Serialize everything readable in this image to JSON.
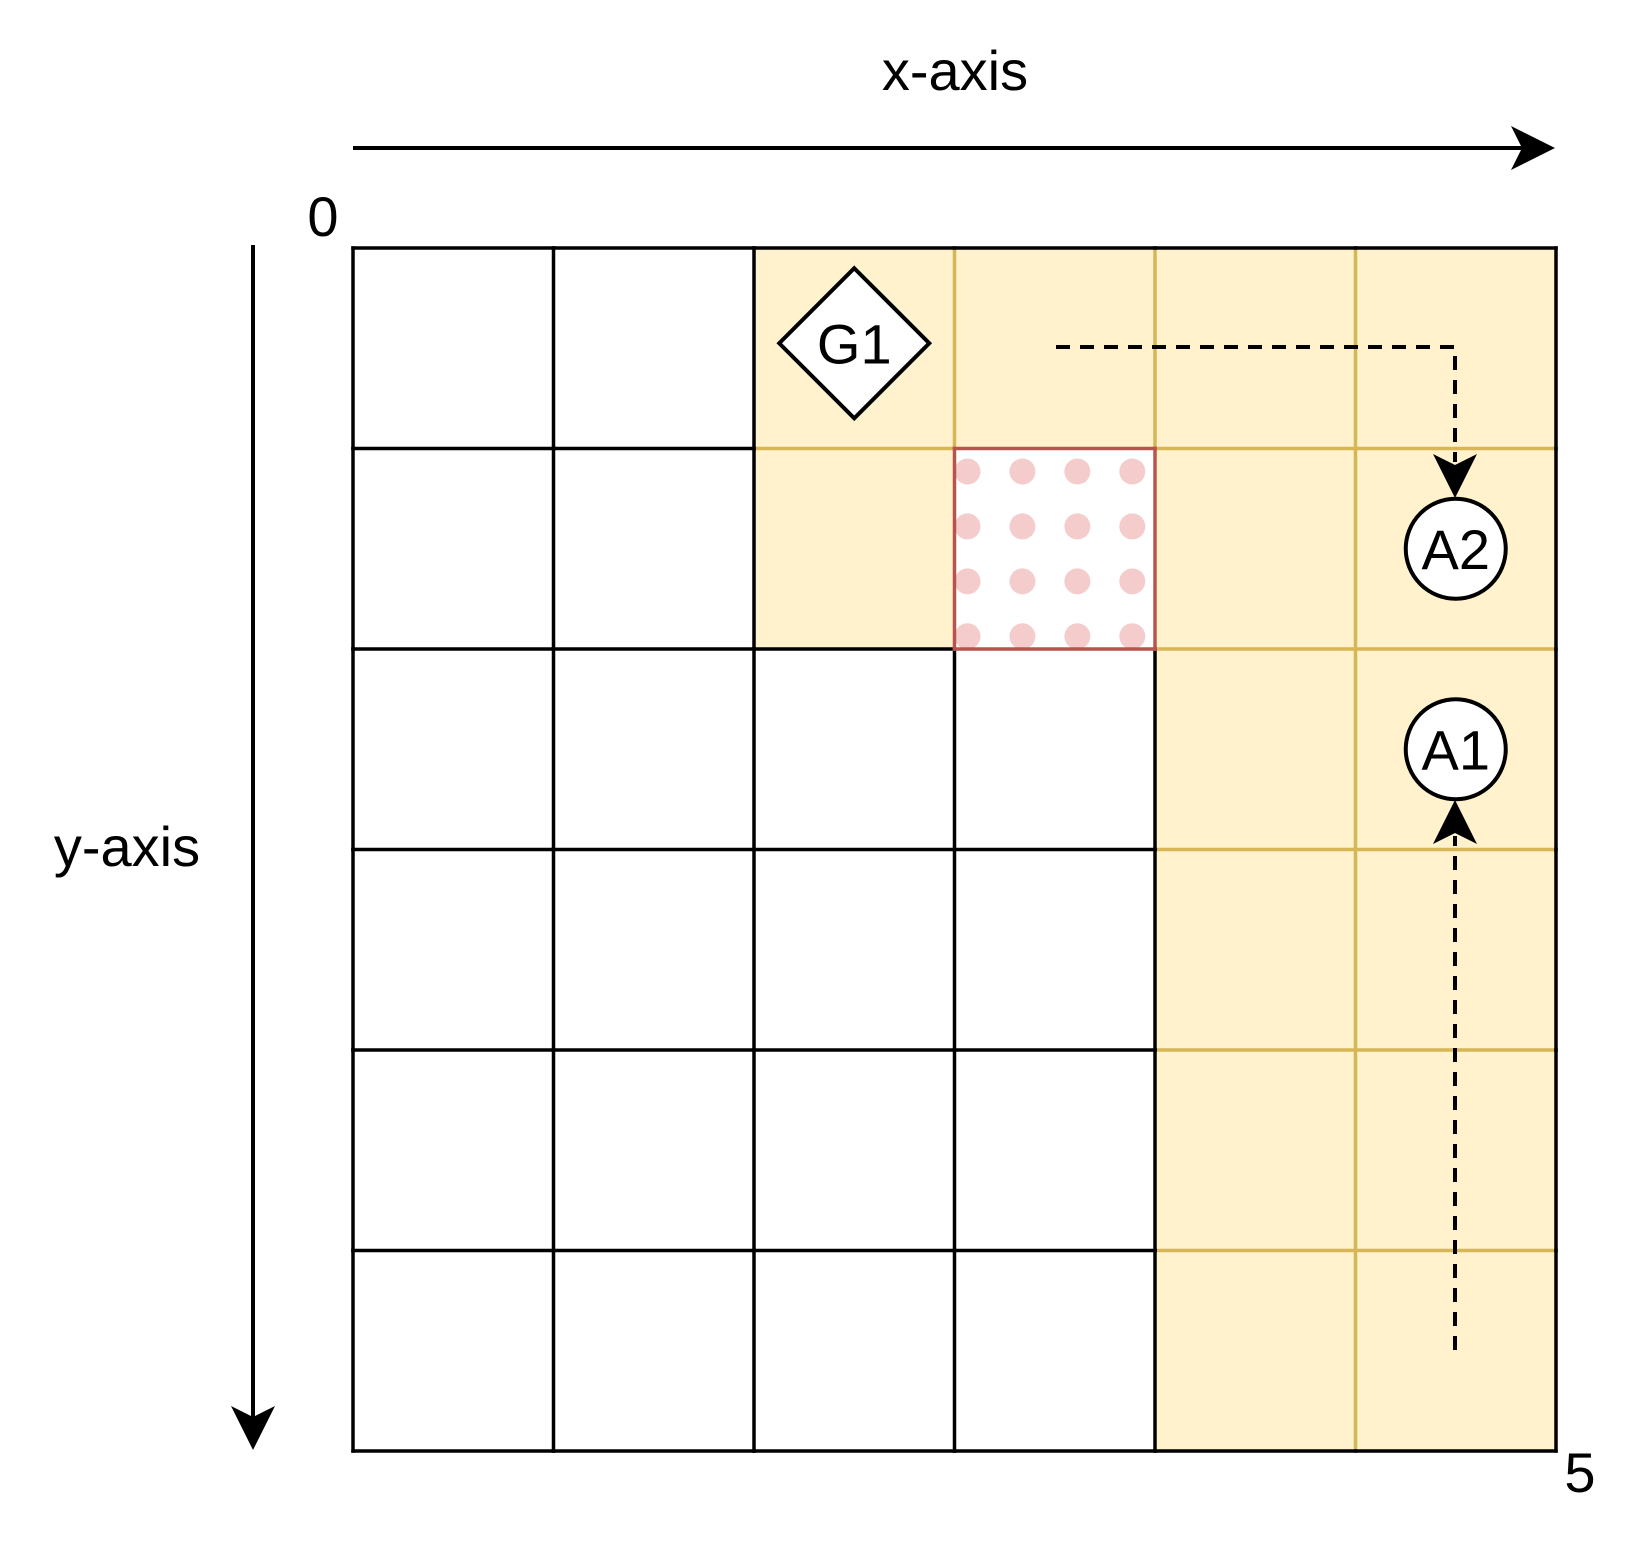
{
  "labels": {
    "x_axis": "x-axis",
    "y_axis": "y-axis",
    "origin": "0",
    "max": "5"
  },
  "grid": {
    "columns": 6,
    "rows": 6,
    "highlight_fill": "#fff2cc",
    "highlight_stroke": "#d6b656",
    "obstacle_dot_color": "#f4cccc",
    "obstacle_stroke": "#b85450",
    "highlighted_cells": [
      [
        2,
        0
      ],
      [
        3,
        0
      ],
      [
        4,
        0
      ],
      [
        5,
        0
      ],
      [
        2,
        1
      ],
      [
        4,
        1
      ],
      [
        5,
        1
      ],
      [
        4,
        2
      ],
      [
        5,
        2
      ],
      [
        4,
        3
      ],
      [
        5,
        3
      ],
      [
        4,
        4
      ],
      [
        5,
        4
      ],
      [
        4,
        5
      ],
      [
        5,
        5
      ]
    ],
    "obstacle_cells": [
      [
        3,
        1
      ]
    ]
  },
  "entities": {
    "goal": {
      "label": "G1",
      "col": 2,
      "row": 0,
      "shape": "diamond"
    },
    "agents": [
      {
        "label": "A2",
        "col": 5,
        "row": 1,
        "shape": "circle"
      },
      {
        "label": "A1",
        "col": 5,
        "row": 2,
        "shape": "circle"
      }
    ]
  }
}
